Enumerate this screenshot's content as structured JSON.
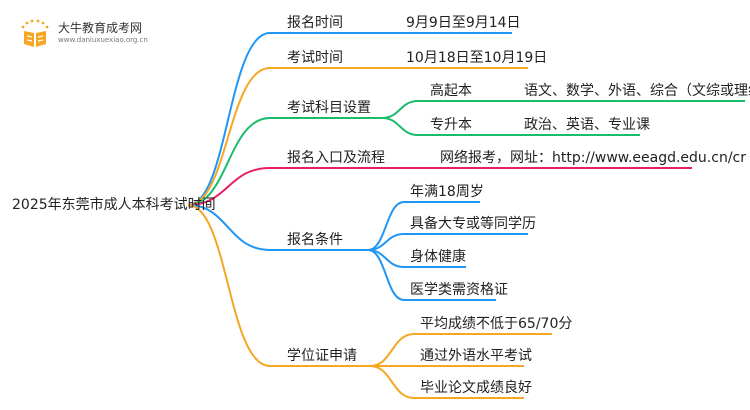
{
  "logo": {
    "title": "大牛教育成考网",
    "url": "www.daniuxuexiao.org.cn",
    "icon": "open-book-icon",
    "color": "#f5a623"
  },
  "root": "2025年东莞市成人本科考试时间",
  "branches": {
    "reg_time": {
      "label": "报名时间",
      "value": "9月9日至9月14日",
      "color": "#2196f3"
    },
    "exam_time": {
      "label": "考试时间",
      "value": "10月18日至10月19日",
      "color": "#f5a623"
    },
    "subjects": {
      "label": "考试科目设置",
      "color": "#1abc6b",
      "items": [
        {
          "label": "高起本",
          "value": "语文、数学、外语、综合（文综或理综）"
        },
        {
          "label": "专升本",
          "value": "政治、英语、专业课"
        }
      ]
    },
    "entry": {
      "label": "报名入口及流程",
      "value": "网络报考，网址：http://www.eeagd.edu.cn/cr",
      "color": "#e91e63"
    },
    "conditions": {
      "label": "报名条件",
      "color": "#2196f3",
      "items": [
        "年满18周岁",
        "具备大专或等同学历",
        "身体健康",
        "医学类需资格证"
      ]
    },
    "degree": {
      "label": "学位证申请",
      "color": "#f5a623",
      "items": [
        "平均成绩不低于65/70分",
        "通过外语水平考试",
        "毕业论文成绩良好"
      ]
    }
  }
}
